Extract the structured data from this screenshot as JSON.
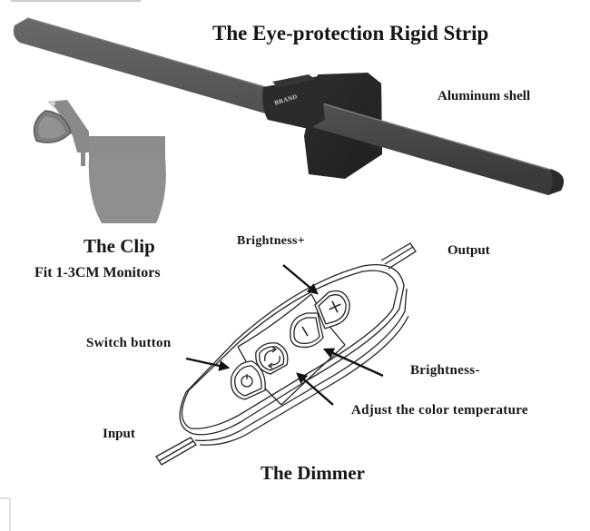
{
  "title": "The Eye-protection Rigid Strip",
  "strip": {
    "brand_mark": "BRAND",
    "shell_label": "Aluminum shell"
  },
  "clip": {
    "title": "The Clip",
    "subtitle": "Fit 1-3CM Monitors"
  },
  "dimmer": {
    "title": "The Dimmer",
    "labels": {
      "brightness_plus": "Brightness+",
      "brightness_minus": "Brightness-",
      "switch": "Switch button",
      "color_temp": "Adjust the color temperature",
      "input": "Input",
      "output": "Output"
    },
    "buttons": [
      {
        "name": "power",
        "icon": "power-icon"
      },
      {
        "name": "color-temperature",
        "icon": "refresh-cycle-icon"
      },
      {
        "name": "brightness-minus",
        "icon": "minus-icon"
      },
      {
        "name": "brightness-plus",
        "icon": "plus-icon"
      }
    ]
  },
  "colors": {
    "strip_dark": "#3a3a3a",
    "strip_mid": "#5a5a5a",
    "clip_gray": "#8c8c8c",
    "ink": "#151515"
  }
}
